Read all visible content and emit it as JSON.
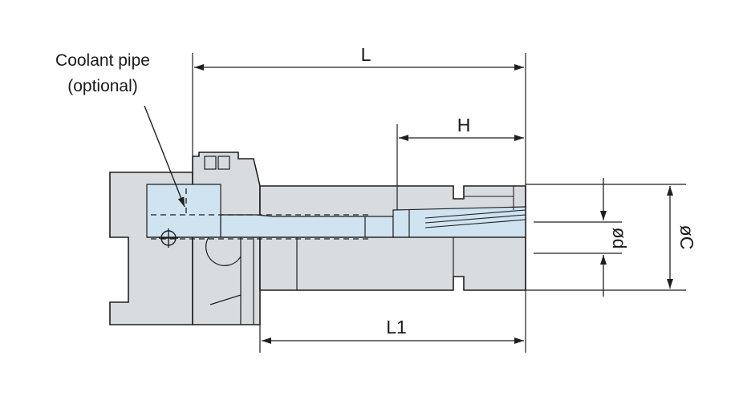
{
  "callout": {
    "line1": "Coolant pipe",
    "line2": "(optional)"
  },
  "dimensions": {
    "L": "L",
    "H": "H",
    "L1": "L1",
    "d": "ød",
    "C": "øC"
  },
  "colors": {
    "body_fill": "#d9dcdf",
    "bore_fill": "#cfe3f1",
    "outline": "#1f1f1f"
  }
}
